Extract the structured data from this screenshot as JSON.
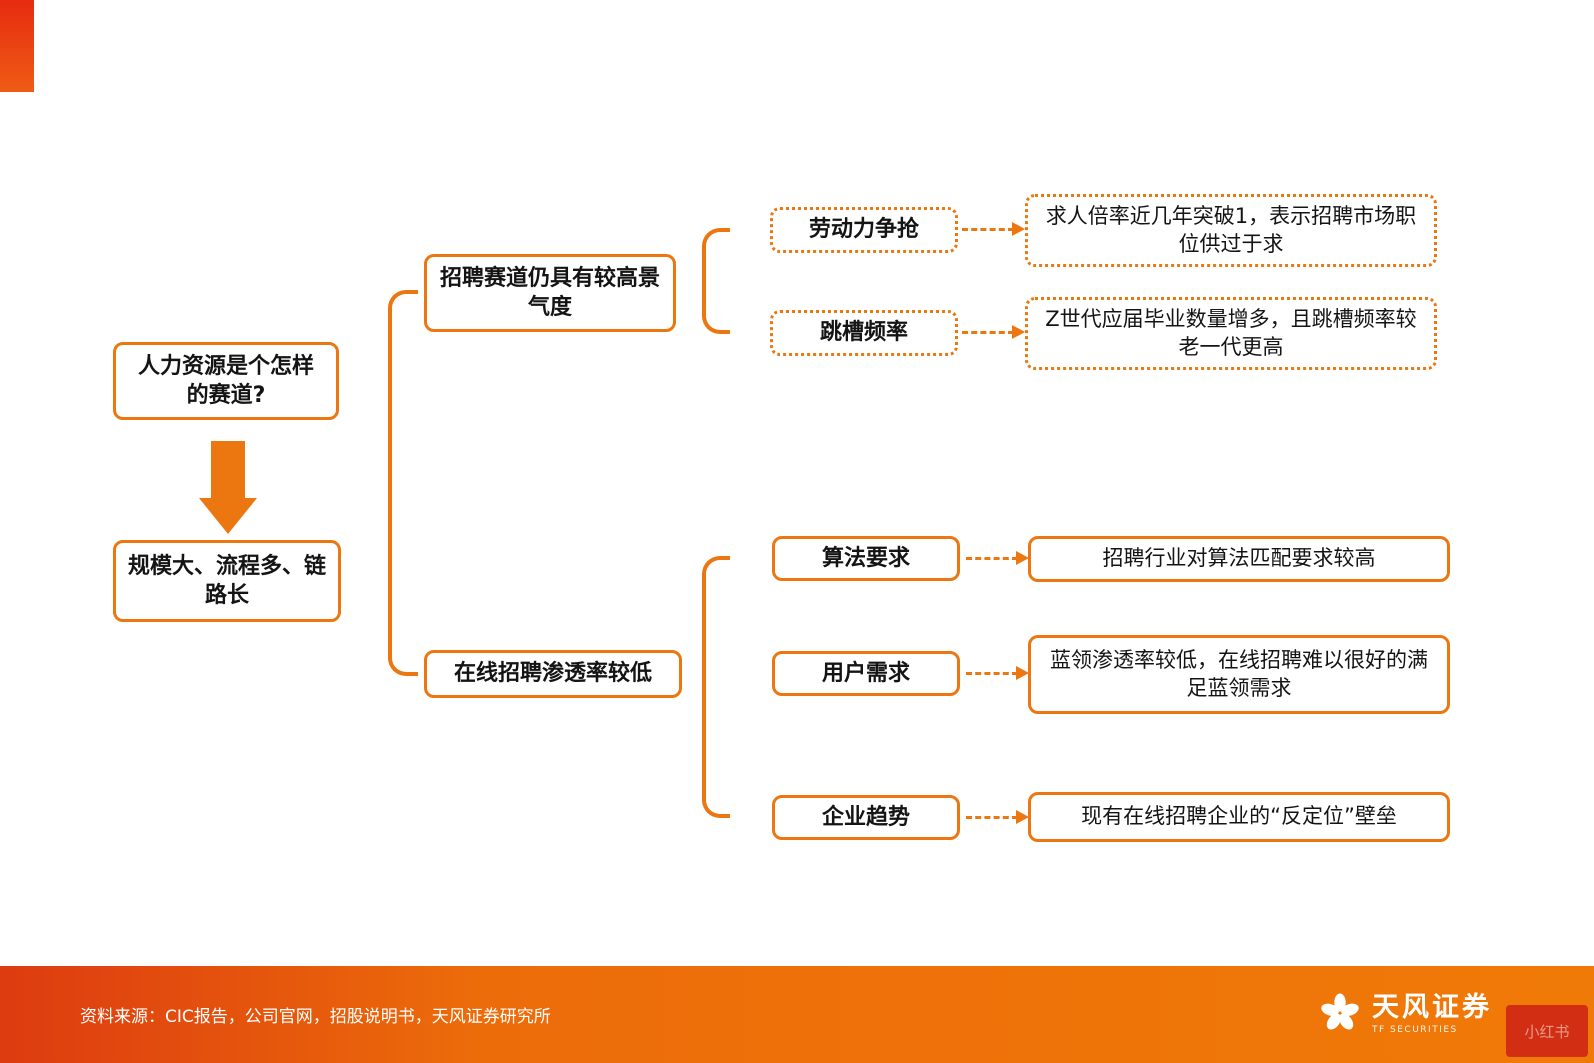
{
  "root": {
    "question": "人力资源是个怎样的赛道?",
    "conclusion": "规模大、流程多、链路长"
  },
  "branch_recruitment": {
    "label": "招聘赛道仍具有较高景气度",
    "children": [
      {
        "label": "劳动力争抢",
        "detail": "求人倍率近几年突破1，表示招聘市场职位供过于求"
      },
      {
        "label": "跳槽频率",
        "detail": "Z世代应届毕业数量增多，且跳槽频率较老一代更高"
      }
    ]
  },
  "branch_online": {
    "label": "在线招聘渗透率较低",
    "children": [
      {
        "label": "算法要求",
        "detail": "招聘行业对算法匹配要求较高"
      },
      {
        "label": "用户需求",
        "detail": "蓝领渗透率较低，在线招聘难以很好的满足蓝领需求"
      },
      {
        "label": "企业趋势",
        "detail": "现有在线招聘企业的“反定位”壁垒"
      }
    ]
  },
  "footer": {
    "source": "资料来源：CIC报告，公司官网，招股说明书，天风证券研究所",
    "brand_name": "天风证券",
    "brand_sub": "TF SECURITIES",
    "watermark": "小红书"
  },
  "colors": {
    "accent_orange": "#ec7610",
    "corner_red": "#e62b10",
    "footer_gradient_start": "#dd3b10",
    "footer_gradient_end": "#f07a07",
    "text": "#141414",
    "footer_text": "#ffffff"
  }
}
